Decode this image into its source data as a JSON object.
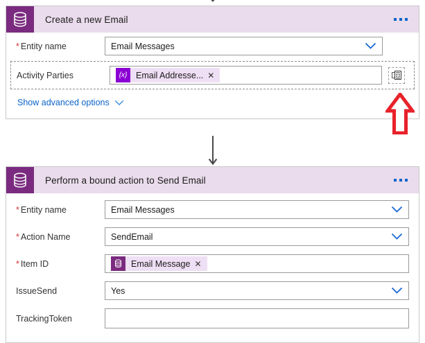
{
  "theme": {
    "brand_purple": "#7A2B7F",
    "header_band": "#EADCEC",
    "accent_blue": "#0b64c8",
    "required_red": "#d13438",
    "chip_bg": "#EFDFF4",
    "expression_badge": "#8A00D4",
    "annotation_red": "#E8212A"
  },
  "connectors": {
    "top_arrow": "down-arrow-icon",
    "between_cards_arrow": "down-arrow-icon"
  },
  "annotation": {
    "name": "red-up-arrow-callout",
    "points_at": "activity-parties-dynamic-content-picker"
  },
  "cards": [
    {
      "id": "create-a-new-email",
      "icon": "common-data-service-database-icon",
      "title": "Create a new Email",
      "menu_icon": "ellipsis-icon",
      "rows": [
        {
          "id": "entity-name",
          "label": "Entity name",
          "required": true,
          "dashed": false,
          "control": "dropdown",
          "value": "Email Messages",
          "chevron_icon": "chevron-down-icon"
        },
        {
          "id": "activity-parties",
          "label": "Activity Parties",
          "required": false,
          "dashed": true,
          "control": "token-input",
          "token": {
            "badge": "{x}",
            "badge_type": "expression-icon",
            "label": "Email Addresse...",
            "remove_icon": "close-icon"
          },
          "picker_icon": "dynamic-content-picker-icon"
        }
      ],
      "advanced_link": {
        "label": "Show advanced options",
        "chevron_icon": "chevron-down-icon"
      }
    },
    {
      "id": "perform-a-bound-action-to-send-email",
      "icon": "common-data-service-database-icon",
      "title": "Perform a bound action to Send Email",
      "menu_icon": "ellipsis-icon",
      "rows": [
        {
          "id": "entity-name",
          "label": "Entity name",
          "required": true,
          "dashed": false,
          "control": "dropdown",
          "value": "Email Messages",
          "chevron_icon": "chevron-down-icon"
        },
        {
          "id": "action-name",
          "label": "Action Name",
          "required": true,
          "dashed": false,
          "control": "dropdown",
          "value": "SendEmail",
          "chevron_icon": "chevron-down-icon"
        },
        {
          "id": "item-id",
          "label": "Item ID",
          "required": true,
          "dashed": false,
          "control": "token-input",
          "token": {
            "badge_type": "common-data-service-database-icon",
            "label": "Email Message",
            "remove_icon": "close-icon"
          }
        },
        {
          "id": "issuesend",
          "label": "IssueSend",
          "required": false,
          "dashed": false,
          "control": "dropdown",
          "value": "Yes",
          "chevron_icon": "chevron-down-icon"
        },
        {
          "id": "trackingtoken",
          "label": "TrackingToken",
          "required": false,
          "dashed": false,
          "control": "text",
          "value": "",
          "placeholder": ""
        }
      ]
    }
  ]
}
